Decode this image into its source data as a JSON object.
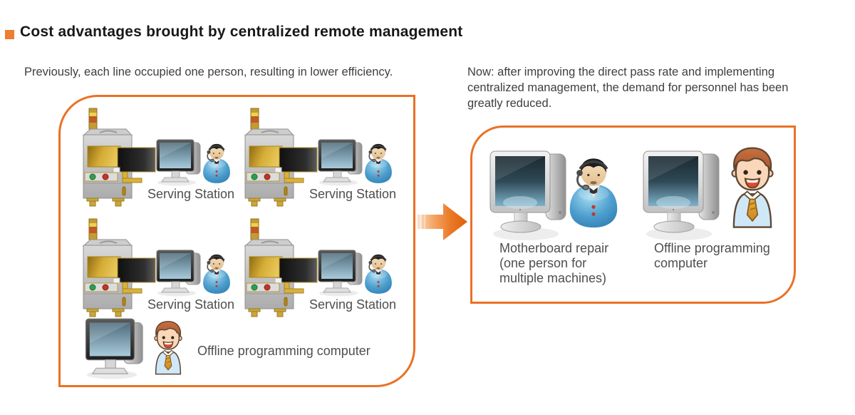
{
  "title": {
    "text": "Cost advantages brought by centralized remote management"
  },
  "intro": {
    "left": "Previously, each line occupied one person, resulting in lower efficiency.",
    "right": "Now: after improving the direct pass rate and implementing centralized management, the demand for personnel has been greatly reduced."
  },
  "left_panel": {
    "stations": [
      {
        "label": "Serving Station"
      },
      {
        "label": "Serving Station"
      },
      {
        "label": "Serving Station"
      },
      {
        "label": "Serving Station"
      }
    ],
    "offline": {
      "label": "Offline programming computer"
    }
  },
  "right_panel": {
    "groups": [
      {
        "lines": [
          "Motherboard repair",
          "(one person for",
          "multiple machines)"
        ]
      },
      {
        "lines": [
          "Offline programming",
          "computer"
        ]
      }
    ]
  },
  "icons": {
    "bullet": "square-bullet-icon",
    "machine": "aoi-machine-icon",
    "monitor": "monitor-icon",
    "agent": "support-agent-icon",
    "programmer": "programmer-icon",
    "arrow": "arrow-right-icon"
  },
  "colors": {
    "accent_orange": "#EA7125",
    "bullet_orange": "#ED7D31",
    "arrow_light": "#FADFC7",
    "arrow_dark": "#E05F06",
    "text_title": "#181818",
    "text_body": "#3E3E3E",
    "text_label": "#4E4E4E"
  }
}
